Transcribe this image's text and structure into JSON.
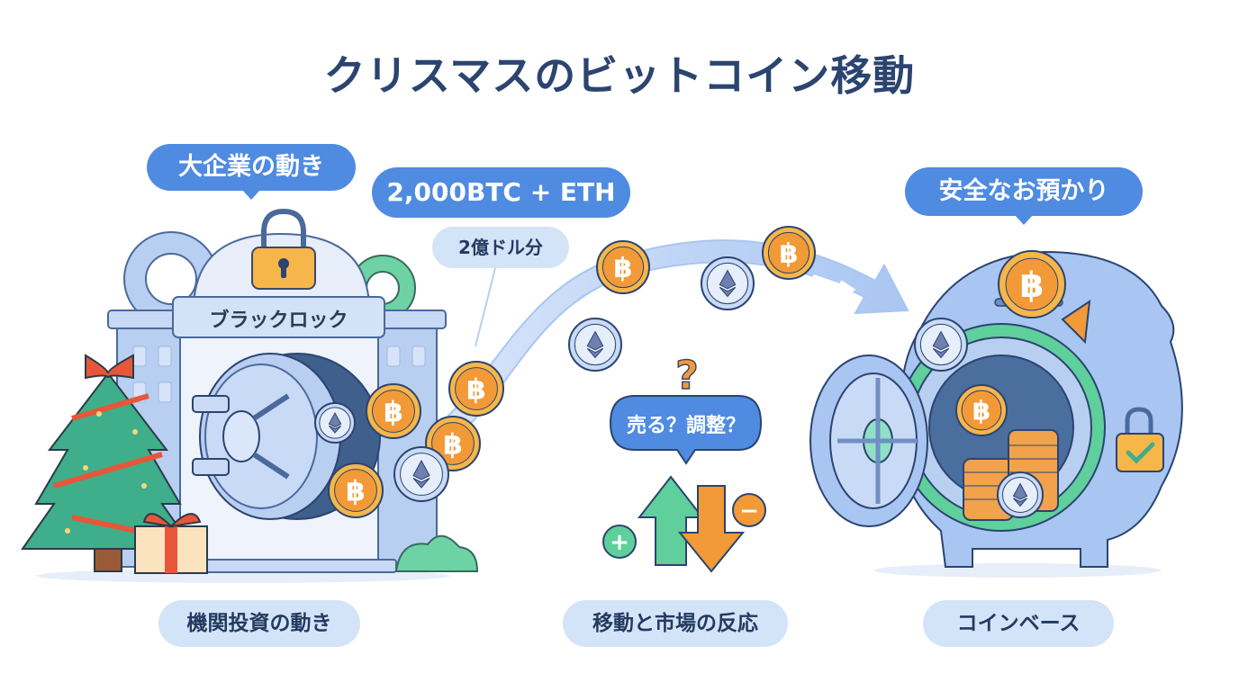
{
  "title": "クリスマスのビットコイン移動",
  "left": {
    "bubble": "大企業の動き",
    "building_sign": "ブラックロック",
    "caption": "機関投資の動き"
  },
  "transfer": {
    "amount_bubble": "2,000BTC + ETH",
    "value_note": "2億ドル分"
  },
  "middle": {
    "question_bubble": "売る？調整？",
    "question_mark": "?",
    "plus_sign": "+",
    "minus_sign": "−",
    "caption": "移動と市場の反応"
  },
  "right": {
    "bubble": "安全なお預かり",
    "caption": "コインベース"
  },
  "colors": {
    "title": "#2b4470",
    "bubble": "#4f8be0",
    "pill": "#d4e4f8",
    "bitcoin": "#f29a38",
    "ether": "#dce7f8",
    "green": "#5fcf9c",
    "orange": "#f29a38",
    "vault_blue": "#b9cff2"
  }
}
